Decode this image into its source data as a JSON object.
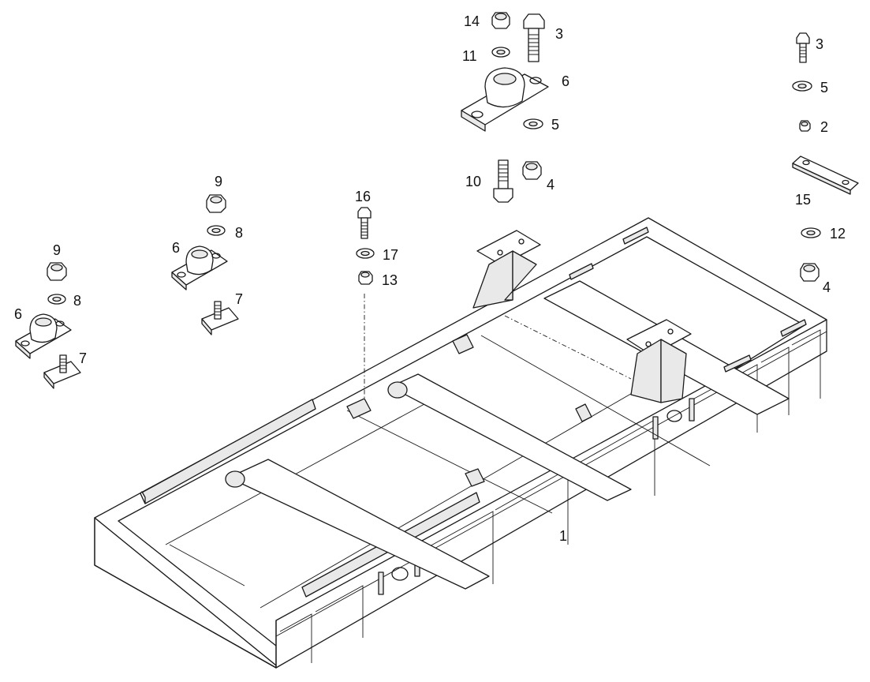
{
  "callouts": [
    {
      "id": "c1",
      "text": "1"
    },
    {
      "id": "c2",
      "text": "2"
    },
    {
      "id": "c3a",
      "text": "3"
    },
    {
      "id": "c3b",
      "text": "3"
    },
    {
      "id": "c4a",
      "text": "4"
    },
    {
      "id": "c4b",
      "text": "4"
    },
    {
      "id": "c5a",
      "text": "5"
    },
    {
      "id": "c5b",
      "text": "5"
    },
    {
      "id": "c6a",
      "text": "6"
    },
    {
      "id": "c6b",
      "text": "6"
    },
    {
      "id": "c6c",
      "text": "6"
    },
    {
      "id": "c7a",
      "text": "7"
    },
    {
      "id": "c7b",
      "text": "7"
    },
    {
      "id": "c8a",
      "text": "8"
    },
    {
      "id": "c8b",
      "text": "8"
    },
    {
      "id": "c9a",
      "text": "9"
    },
    {
      "id": "c9b",
      "text": "9"
    },
    {
      "id": "c10",
      "text": "10"
    },
    {
      "id": "c11",
      "text": "11"
    },
    {
      "id": "c12",
      "text": "12"
    },
    {
      "id": "c13",
      "text": "13"
    },
    {
      "id": "c14",
      "text": "14"
    },
    {
      "id": "c15",
      "text": "15"
    },
    {
      "id": "c16",
      "text": "16"
    },
    {
      "id": "c17",
      "text": "17"
    }
  ]
}
